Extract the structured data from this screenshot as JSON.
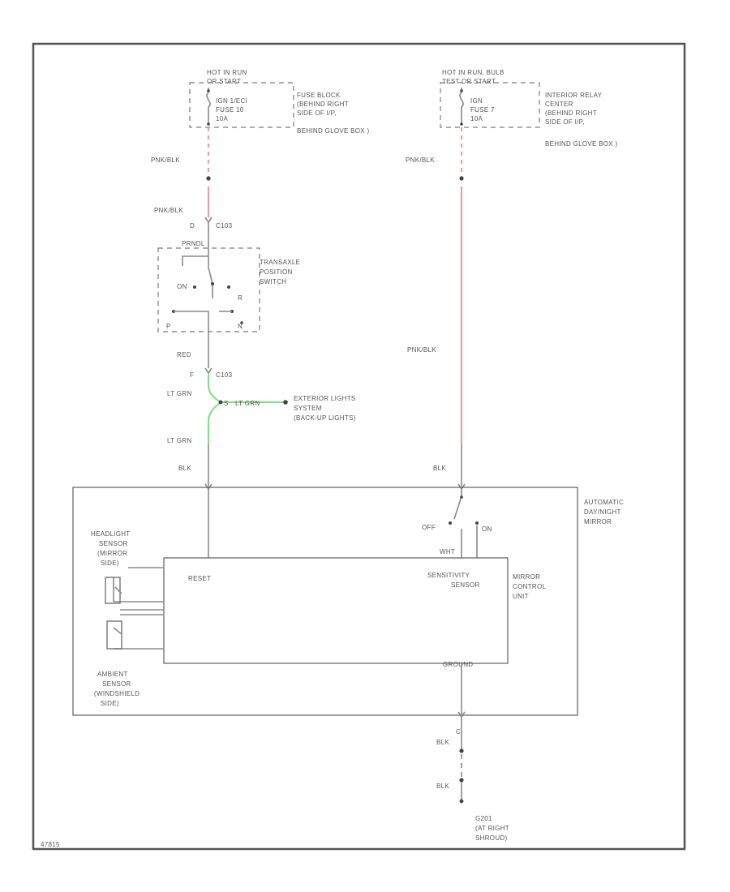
{
  "fuse_left": {
    "header": [
      "HOT IN RUN",
      "OR START"
    ],
    "fuse": [
      "IGN 1/ECI",
      "FUSE 10",
      "10A"
    ],
    "location": [
      "FUSE BLOCK",
      "(BEHIND RIGHT",
      "SIDE OF I/P,",
      "BEHIND GLOVE BOX )"
    ]
  },
  "fuse_right": {
    "header": [
      "HOT IN RUN, BULB",
      "TEST OR START"
    ],
    "fuse": [
      "IGN",
      "FUSE 7",
      "10A"
    ],
    "location": [
      "INTERIOR RELAY",
      "CENTER",
      "(BEHIND RIGHT",
      "SIDE OF I/P,",
      "BEHIND GLOVE BOX )"
    ]
  },
  "wires": {
    "pnk_blk_1": "PNK/BLK",
    "pnk_blk_2": "PNK/BLK",
    "pnk_blk_3": "PNK/BLK",
    "pnk_blk_4": "PNK/BLK",
    "red": "RED",
    "lt_grn_1": "LT GRN",
    "lt_grn_2": "LT GRN",
    "lt_grn_3": "LT GRN",
    "blk_1": "BLK",
    "blk_2": "BLK",
    "blk_3": "BLK",
    "blk_4": "BLK",
    "wht": "WHT"
  },
  "connectors": {
    "c103_top_pin": "D",
    "c103_top": "C103",
    "c103_bottom_pin": "F",
    "c103_bottom": "C103",
    "splice": "S",
    "ground_pin": "C"
  },
  "switch": {
    "title": [
      "TRANSAXLE",
      "POSITION",
      "SWITCH"
    ],
    "prnd": "PRNDL",
    "pos_on": "ON",
    "pos_r": "R",
    "pos_p": "P",
    "pos_n": "N"
  },
  "exterior": [
    "EXTERIOR LIGHTS",
    "SYSTEM",
    "(BACK-UP LIGHTS)"
  ],
  "mirror": {
    "title": [
      "AUTOMATIC",
      "DAY/NIGHT",
      "MIRROR"
    ],
    "off": "OFF",
    "on": "ON",
    "headlight_sensor": [
      "HEADLIGHT",
      "SENSOR",
      "(MIRROR",
      "SIDE)"
    ],
    "ambient_sensor": [
      "AMBIENT",
      "SENSOR",
      "(WINDSHIELD",
      "SIDE)"
    ],
    "reset": "RESET",
    "sensitivity": [
      "SENSITIVITY",
      "SENSOR"
    ],
    "control_unit": [
      "MIRROR",
      "CONTROL",
      "UNIT"
    ],
    "ground_label": "GROUND"
  },
  "ground": [
    "G201",
    "(AT RIGHT",
    "SHROUD)"
  ],
  "figure_id": "47815"
}
